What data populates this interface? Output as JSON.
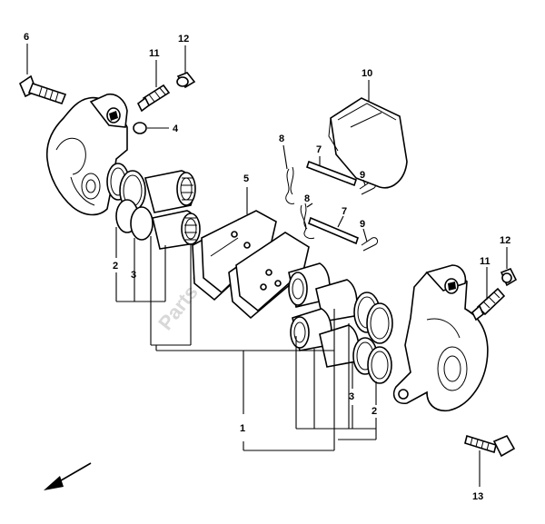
{
  "watermark": "Parts Republik",
  "callouts": {
    "c1": "1",
    "c2a": "2",
    "c2b": "2",
    "c3a": "3",
    "c3b": "3",
    "c4": "4",
    "c5": "5",
    "c6": "6",
    "c7a": "7",
    "c7b": "7",
    "c8a": "8",
    "c8b": "8",
    "c9a": "9",
    "c9b": "9",
    "c10": "10",
    "c11a": "11",
    "c11b": "11",
    "c12a": "12",
    "c12b": "12",
    "c13": "13"
  },
  "colors": {
    "line": "#000000",
    "background": "#ffffff",
    "watermark": "#d8d8d8"
  }
}
